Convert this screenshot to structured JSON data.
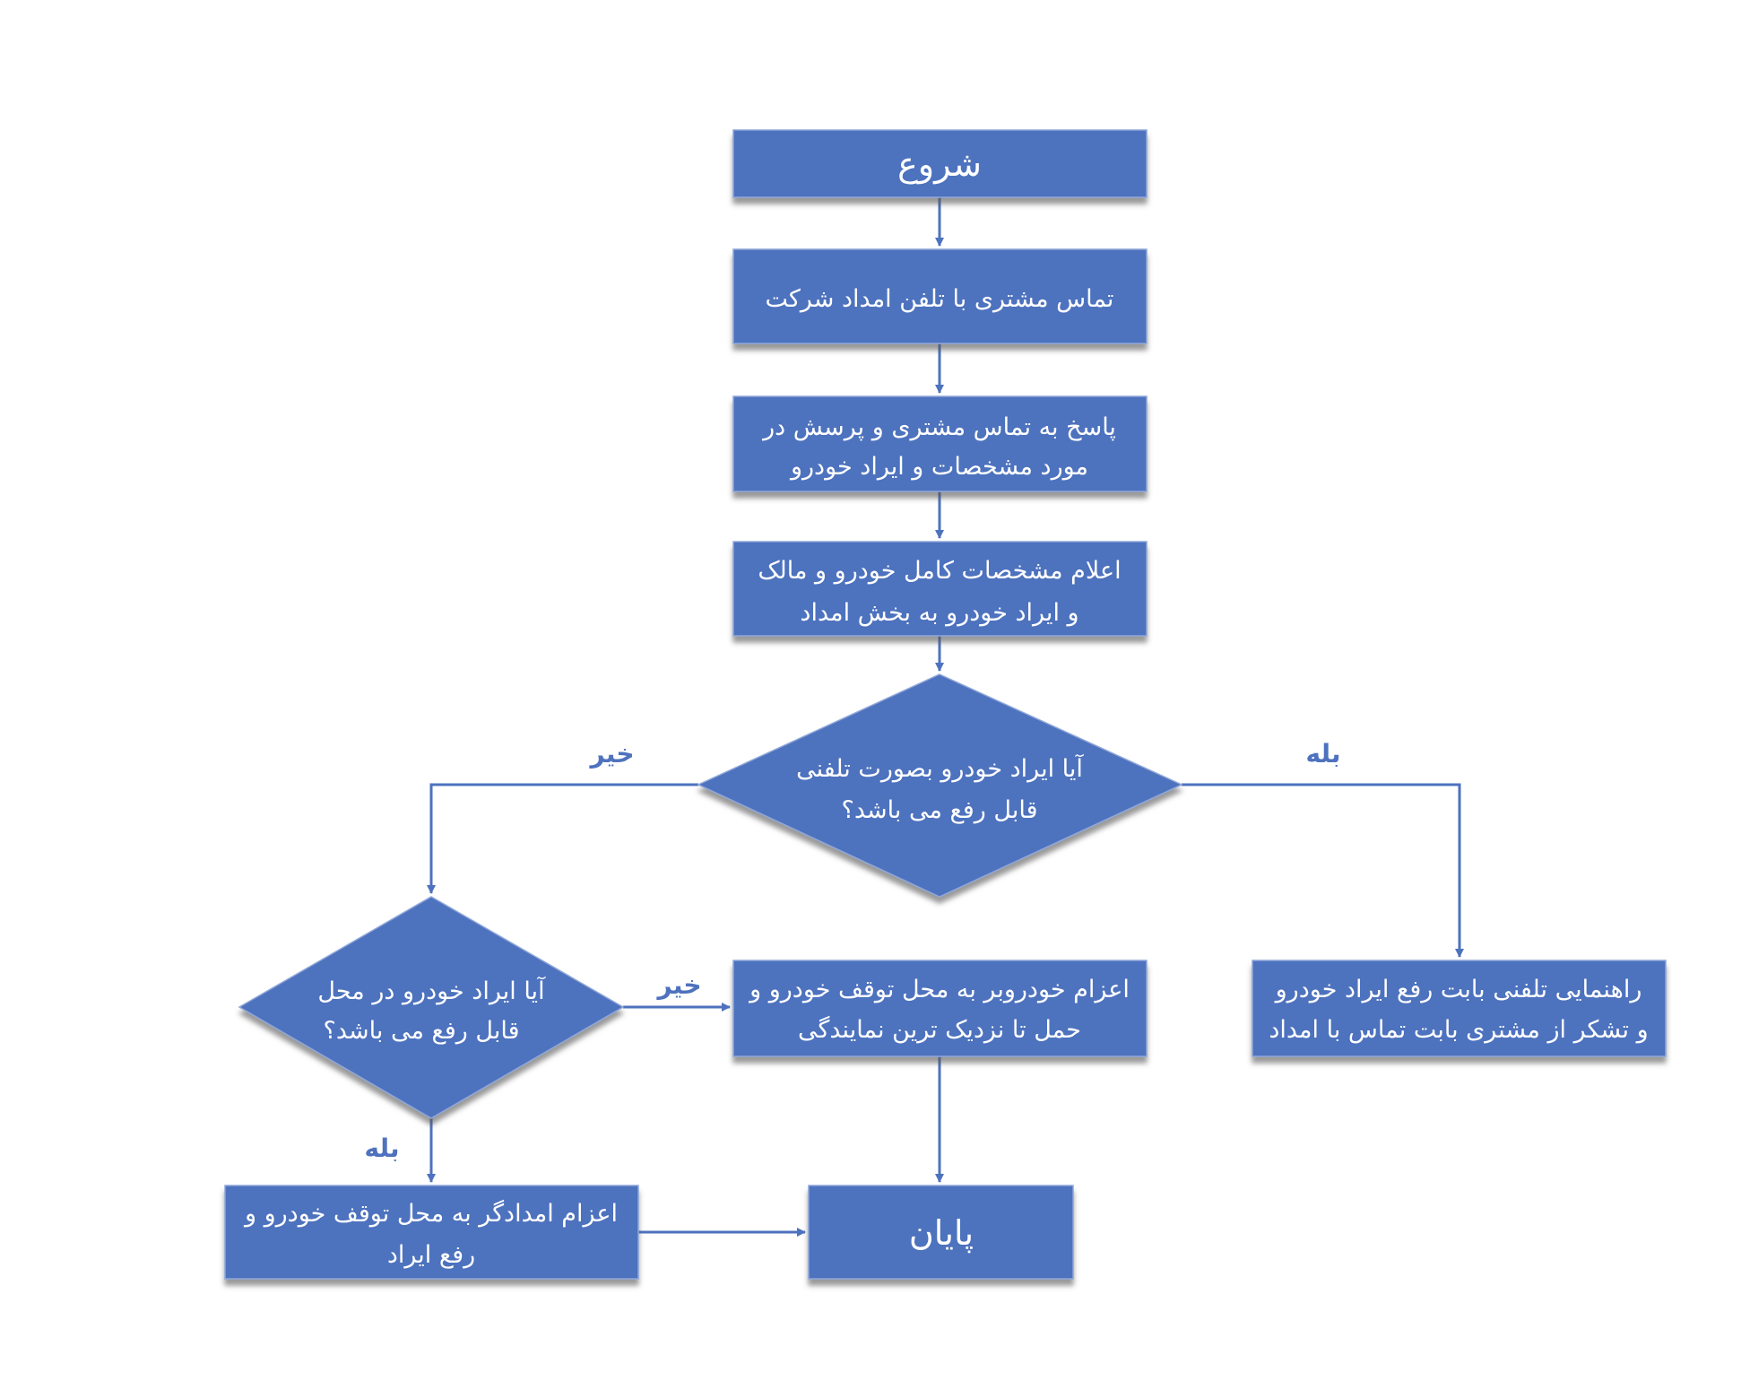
{
  "diagram": {
    "nodes": {
      "start": {
        "label": "شروع"
      },
      "call": {
        "label": "تماس مشتری با تلفن امداد شرکت"
      },
      "answer": {
        "line1": "پاسخ به تماس مشتری و پرسش در",
        "line2": "مورد مشخصات و ایراد خودرو"
      },
      "announce": {
        "line1": "اعلام مشخصات کامل خودرو و مالک",
        "line2": "و ایراد خودرو به بخش امداد"
      },
      "decision_phone": {
        "line1": "آیا ایراد خودرو بصورت تلفنی",
        "line2": "قابل رفع می باشد؟"
      },
      "decision_site": {
        "line1": "آیا ایراد خودرو در محل",
        "line2": "قابل رفع می باشد؟"
      },
      "tow": {
        "line1": "اعزام خودروبر به محل توقف خودرو و",
        "line2": "حمل تا نزدیک ترین نمایندگی"
      },
      "phone_guide": {
        "line1": "راهنمایی تلفنی بابت رفع ایراد خودرو",
        "line2": "و تشکر از مشتری بابت تماس با امداد"
      },
      "dispatch": {
        "line1": "اعزام امدادگر به محل توقف خودرو و",
        "line2": "رفع ایراد"
      },
      "end": {
        "label": "پایان"
      }
    },
    "edge_labels": {
      "phone_no": "خیر",
      "phone_yes": "بله",
      "site_no": "خیر",
      "site_yes": "بله"
    },
    "colors": {
      "node": "#4E72BE",
      "text": "#FFFFFF",
      "edge": "#4E72BE"
    }
  }
}
